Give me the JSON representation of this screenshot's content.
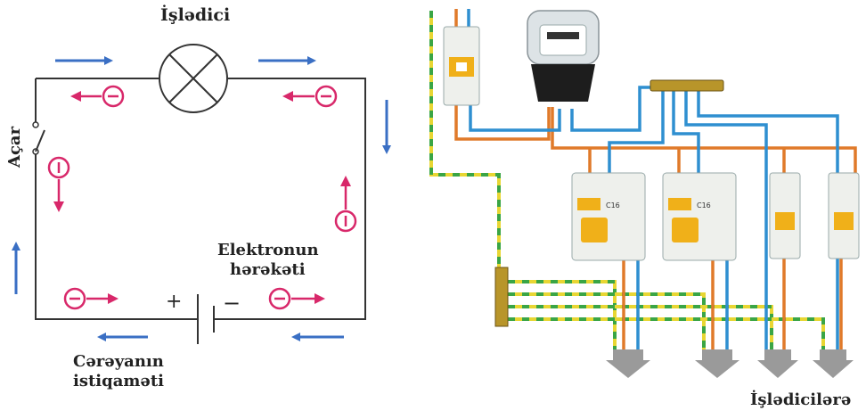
{
  "left_diagram": {
    "lamp_label": "İşlədici",
    "switch_label": "Açar",
    "electron_motion_line1": "Elektronun",
    "electron_motion_line2": "hərəkəti",
    "current_direction_line1": "Cərəyanın",
    "current_direction_line2": "istiqaməti",
    "battery_plus": "+",
    "battery_minus": "−"
  },
  "right_diagram": {
    "consumers_label": "İşlədicilərə",
    "breaker_labels": [
      "C16",
      "C16"
    ]
  },
  "colors": {
    "circuit_wire": "#333333",
    "current_arrow": "#3a6fc4",
    "electron": "#d8286a",
    "phase_wire": "#e07a2a",
    "neutral_wire": "#2f8fd0",
    "ground_yellow": "#e8d633",
    "ground_green": "#3aa545",
    "breaker_body": "#eef0ec",
    "breaker_accent": "#f0b019",
    "output_arrow": "#9a9a9a"
  }
}
